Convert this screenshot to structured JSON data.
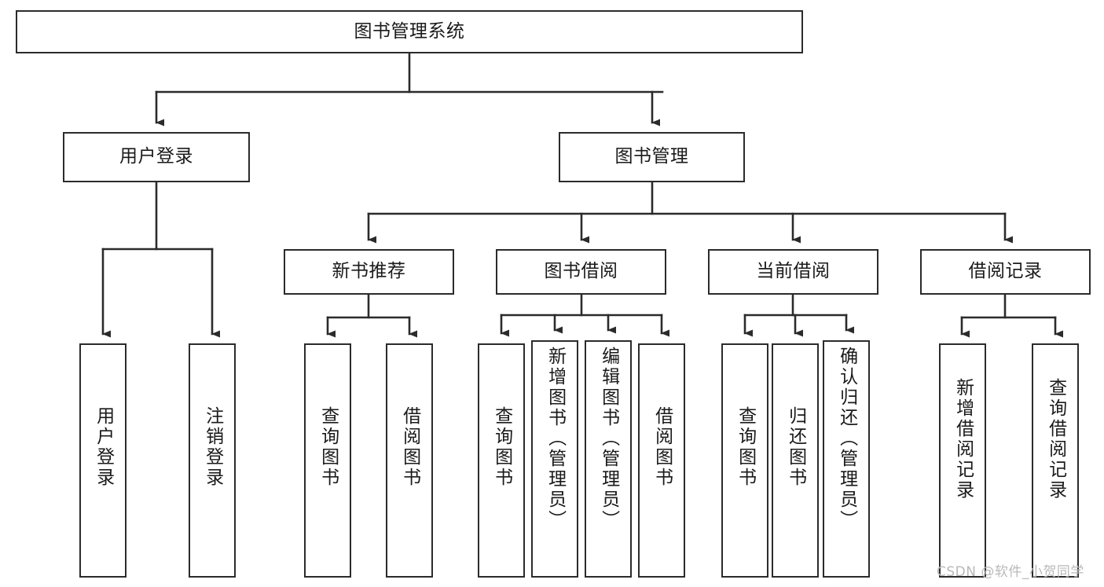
{
  "diagram": {
    "title": "图书管理系统",
    "type": "tree",
    "watermark": "CSDN @软件_小贺同学",
    "colors": {
      "box_border": "#2b2b2b",
      "box_fill": "#ffffff",
      "connector": "#2b2b2b",
      "text": "#1a1a1a",
      "watermark": "#b9b9b9",
      "background": "#ffffff"
    },
    "nodes": {
      "root": {
        "label": "图书管理系统",
        "level": 1,
        "orientation": "horizontal"
      },
      "user_login": {
        "label": "用户登录",
        "level": 2,
        "orientation": "horizontal"
      },
      "book_manage": {
        "label": "图书管理",
        "level": 2,
        "orientation": "horizontal"
      },
      "new_book_rec": {
        "label": "新书推荐",
        "level": 3,
        "orientation": "horizontal"
      },
      "book_borrow": {
        "label": "图书借阅",
        "level": 3,
        "orientation": "horizontal"
      },
      "current_borrow": {
        "label": "当前借阅",
        "level": 3,
        "orientation": "horizontal"
      },
      "borrow_record": {
        "label": "借阅记录",
        "level": 3,
        "orientation": "horizontal"
      },
      "leaf_user_login": {
        "label": "用户登录",
        "level": 4,
        "orientation": "vertical"
      },
      "leaf_logout": {
        "label": "注销登录",
        "level": 4,
        "orientation": "vertical"
      },
      "leaf_query_book_1": {
        "label": "查询图书",
        "level": 4,
        "orientation": "vertical"
      },
      "leaf_borrow_book_1": {
        "label": "借阅图书",
        "level": 4,
        "orientation": "vertical"
      },
      "leaf_query_book_2": {
        "label": "查询图书",
        "level": 4,
        "orientation": "vertical"
      },
      "leaf_add_book": {
        "label": "新增图书（管理员）",
        "level": 4,
        "orientation": "vertical"
      },
      "leaf_edit_book": {
        "label": "编辑图书（管理员）",
        "level": 4,
        "orientation": "vertical"
      },
      "leaf_borrow_book_2": {
        "label": "借阅图书",
        "level": 4,
        "orientation": "vertical"
      },
      "leaf_query_book_3": {
        "label": "查询图书",
        "level": 4,
        "orientation": "vertical"
      },
      "leaf_return_book": {
        "label": "归还图书",
        "level": 4,
        "orientation": "vertical"
      },
      "leaf_confirm_return": {
        "label": "确认归还（管理员）",
        "level": 4,
        "orientation": "vertical"
      },
      "leaf_add_record": {
        "label": "新增借阅记录",
        "level": 4,
        "orientation": "vertical"
      },
      "leaf_query_record": {
        "label": "查询借阅记录",
        "level": 4,
        "orientation": "vertical"
      }
    },
    "edges": [
      {
        "from": "root",
        "to": "user_login"
      },
      {
        "from": "root",
        "to": "book_manage"
      },
      {
        "from": "book_manage",
        "to": "new_book_rec"
      },
      {
        "from": "book_manage",
        "to": "book_borrow"
      },
      {
        "from": "book_manage",
        "to": "current_borrow"
      },
      {
        "from": "book_manage",
        "to": "borrow_record"
      },
      {
        "from": "user_login",
        "to": "leaf_user_login"
      },
      {
        "from": "user_login",
        "to": "leaf_logout"
      },
      {
        "from": "new_book_rec",
        "to": "leaf_query_book_1"
      },
      {
        "from": "new_book_rec",
        "to": "leaf_borrow_book_1"
      },
      {
        "from": "book_borrow",
        "to": "leaf_query_book_2"
      },
      {
        "from": "book_borrow",
        "to": "leaf_add_book"
      },
      {
        "from": "book_borrow",
        "to": "leaf_edit_book"
      },
      {
        "from": "book_borrow",
        "to": "leaf_borrow_book_2"
      },
      {
        "from": "current_borrow",
        "to": "leaf_query_book_3"
      },
      {
        "from": "current_borrow",
        "to": "leaf_return_book"
      },
      {
        "from": "current_borrow",
        "to": "leaf_confirm_return"
      },
      {
        "from": "borrow_record",
        "to": "leaf_add_record"
      },
      {
        "from": "borrow_record",
        "to": "leaf_query_record"
      }
    ]
  }
}
